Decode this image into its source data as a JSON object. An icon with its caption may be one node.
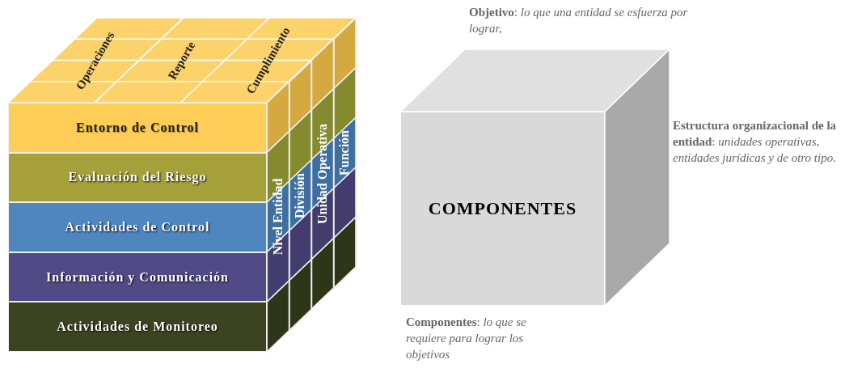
{
  "diagram": {
    "nodes": [
      {
        "text": [
          "Operaciones"
        ]
      },
      {
        "text": [
          "Reporte"
        ]
      },
      {
        "text": [
          "Cumplimiento"
        ]
      },
      {
        "text": [
          "Entorno de Control"
        ]
      },
      {
        "text": [
          "Evaluación del Riesgo"
        ]
      },
      {
        "text": [
          "Actividades de Control"
        ]
      },
      {
        "text": [
          "Información y Comunicación"
        ]
      },
      {
        "text": [
          "Actividades de Monitoreo"
        ]
      },
      {
        "text": [
          "Nivel Entidad"
        ]
      },
      {
        "text": [
          "División"
        ]
      },
      {
        "text": [
          "Unidad Operativa"
        ]
      },
      {
        "text": [
          "Función"
        ]
      },
      {
        "text": [
          "COMPONENTES"
        ]
      }
    ],
    "edges": [],
    "labels": [
      "**Objetivo**: *lo que una entidad se esfuerza por lograr,*",
      "**Estructura organizacional de la entidad**: *unidades operativas, entidades jurídicas y de otro tipo.*",
      "**Componentes**: *lo que se requiere para lograr los objetivos*"
    ]
  }
}
